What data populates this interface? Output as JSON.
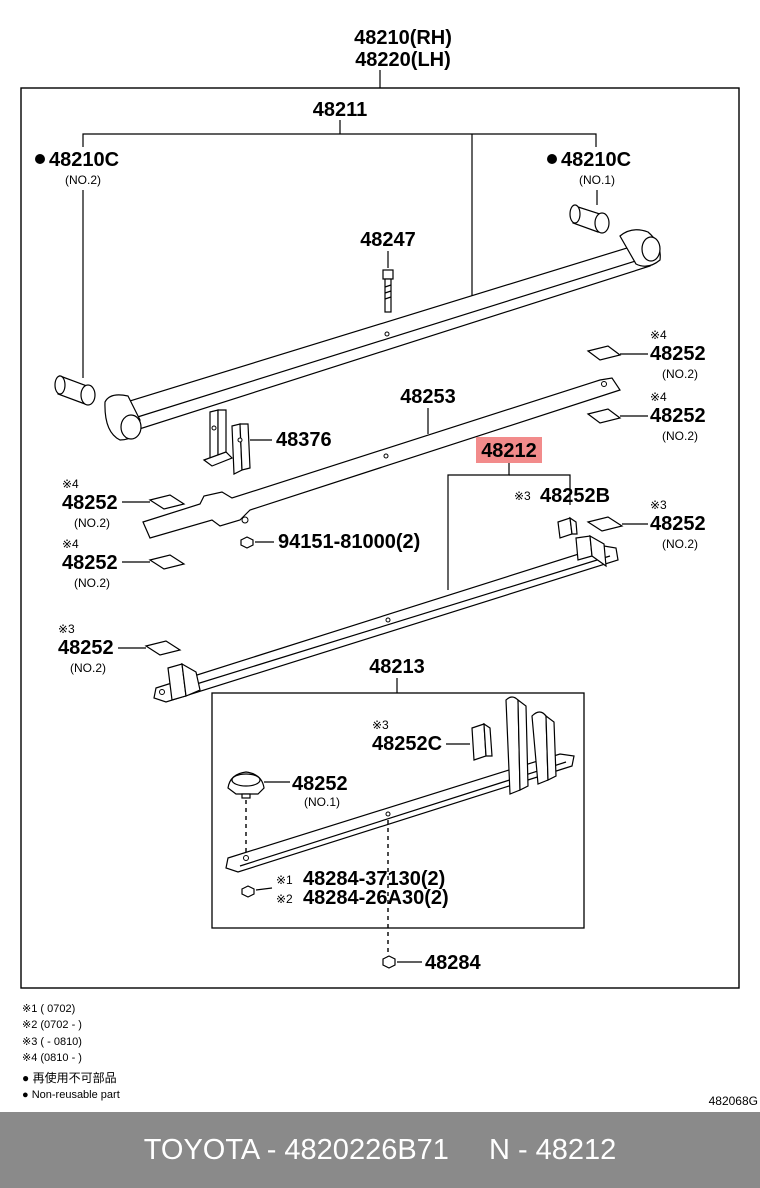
{
  "assembly": {
    "rh": "48210(RH)",
    "lh": "48220(LH)"
  },
  "labels": {
    "p48211": "48211",
    "p48210c_left": "48210C",
    "p48210c_left_sub": "(NO.2)",
    "p48210c_right": "48210C",
    "p48210c_right_sub": "(NO.1)",
    "p48247": "48247",
    "p48252_r1_mark": "※4",
    "p48252_r1": "48252",
    "p48252_r1_sub": "(NO.2)",
    "p48252_r2_mark": "※4",
    "p48252_r2": "48252",
    "p48252_r2_sub": "(NO.2)",
    "p48253": "48253",
    "p48376": "48376",
    "p48212": "48212",
    "p48252_l1_mark": "※4",
    "p48252_l1": "48252",
    "p48252_l1_sub": "(NO.2)",
    "p48252b_mark": "※3",
    "p48252b": "48252B",
    "p48252_r3_mark": "※3",
    "p48252_r3": "48252",
    "p48252_r3_sub": "(NO.2)",
    "p94151": "94151-81000(2)",
    "p48252_l2_mark": "※4",
    "p48252_l2": "48252",
    "p48252_l2_sub": "(NO.2)",
    "p48252_l3_mark": "※3",
    "p48252_l3": "48252",
    "p48252_l3_sub": "(NO.2)",
    "p48213": "48213",
    "p48252c_mark": "※3",
    "p48252c": "48252C",
    "p48252_no1": "48252",
    "p48252_no1_sub": "(NO.1)",
    "p48284_37130_mark": "※1",
    "p48284_37130": "48284-37130(2)",
    "p48284_26a30_mark": "※2",
    "p48284_26a30": "48284-26A30(2)",
    "p48284": "48284"
  },
  "legend": {
    "n1": "※1 (           0702)",
    "n2": "※2 (0702 -         )",
    "n3": "※3 (         - 0810)",
    "n4": "※4 (0810 -         )",
    "jp": "● 再使用不可部品",
    "en": "● Non-reusable part"
  },
  "drawing_code": "482068G",
  "footer": {
    "left": "TOYOTA - 4820226B71",
    "right": "N - 48212"
  },
  "colors": {
    "highlight": "#f28b8b",
    "footer_bg": "#8a8a8a"
  }
}
